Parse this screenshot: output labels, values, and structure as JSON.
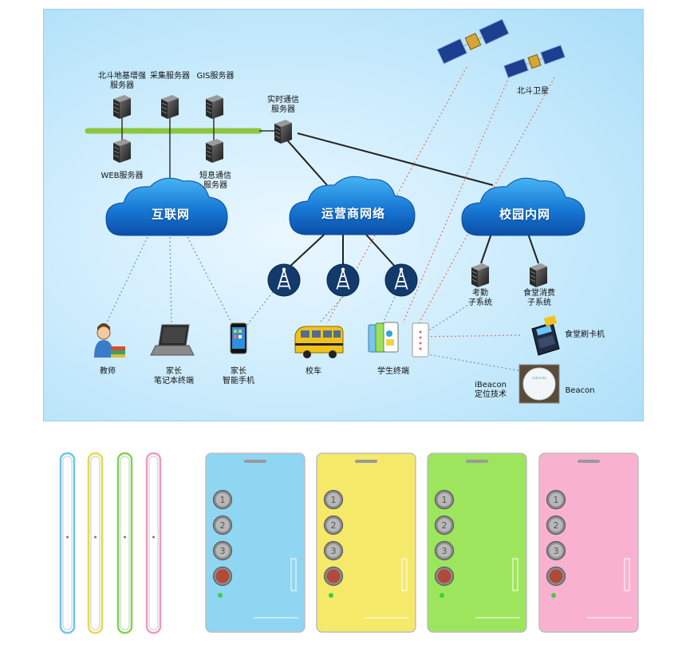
{
  "diagram": {
    "servers": {
      "beidou": [
        "北斗地基增强",
        "服务器"
      ],
      "collect": "采集服务器",
      "gis": "GIS服务器",
      "web": "WEB服务器",
      "sms": [
        "短息通信",
        "服务器"
      ],
      "realtime": [
        "实时通信",
        "服务器"
      ]
    },
    "clouds": {
      "internet": "互联网",
      "carrier": "运营商网络",
      "campus": "校园内网"
    },
    "satellite": "北斗卫星",
    "subsystems": {
      "attendance": [
        "考勤",
        "子系统"
      ],
      "canteen": [
        "食堂消费",
        "子系统"
      ]
    },
    "endpoints": {
      "teacher": "教师",
      "laptop": [
        "家长",
        "笔记本终端"
      ],
      "phone": [
        "家长",
        "智能手机"
      ],
      "bus": "校车",
      "student": "学生终端",
      "card": "食堂刷卡机",
      "ibeacon": [
        "iBeacon",
        "定位技术"
      ],
      "beacon": "Beacon"
    },
    "colors": {
      "accent_green": "#8cc63f",
      "cloud_blue": "#1a7fd6",
      "tower_navy": "#123a6b"
    }
  },
  "devices": {
    "side_colors": [
      "#6cc6ea",
      "#e8d84c",
      "#7fd44f",
      "#ec9ac0"
    ],
    "front_colors": [
      "#8fd6f2",
      "#f5e969",
      "#9ce55d",
      "#f8b2d0"
    ],
    "keys": [
      "1",
      "2",
      "3",
      "sos"
    ]
  }
}
